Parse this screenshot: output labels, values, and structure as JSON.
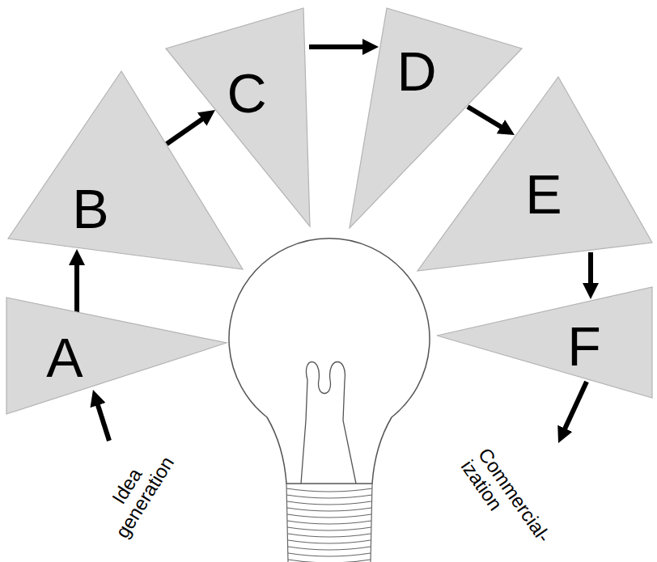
{
  "diagram": {
    "nodes": [
      {
        "text": [
          "A"
        ]
      },
      {
        "text": [
          "B"
        ]
      },
      {
        "text": [
          "C"
        ]
      },
      {
        "text": [
          "D"
        ]
      },
      {
        "text": [
          "E"
        ]
      },
      {
        "text": [
          "F"
        ]
      }
    ],
    "edges": [
      {
        "from": 0,
        "to": 1,
        "arrow": "to"
      },
      {
        "from": 1,
        "to": 2,
        "arrow": "to"
      },
      {
        "from": 2,
        "to": 3,
        "arrow": "to"
      },
      {
        "from": 3,
        "to": 4,
        "arrow": "to"
      },
      {
        "from": 4,
        "to": 5,
        "arrow": "to"
      }
    ],
    "labels": [
      "Idea generation",
      "Commercial- ization"
    ]
  }
}
